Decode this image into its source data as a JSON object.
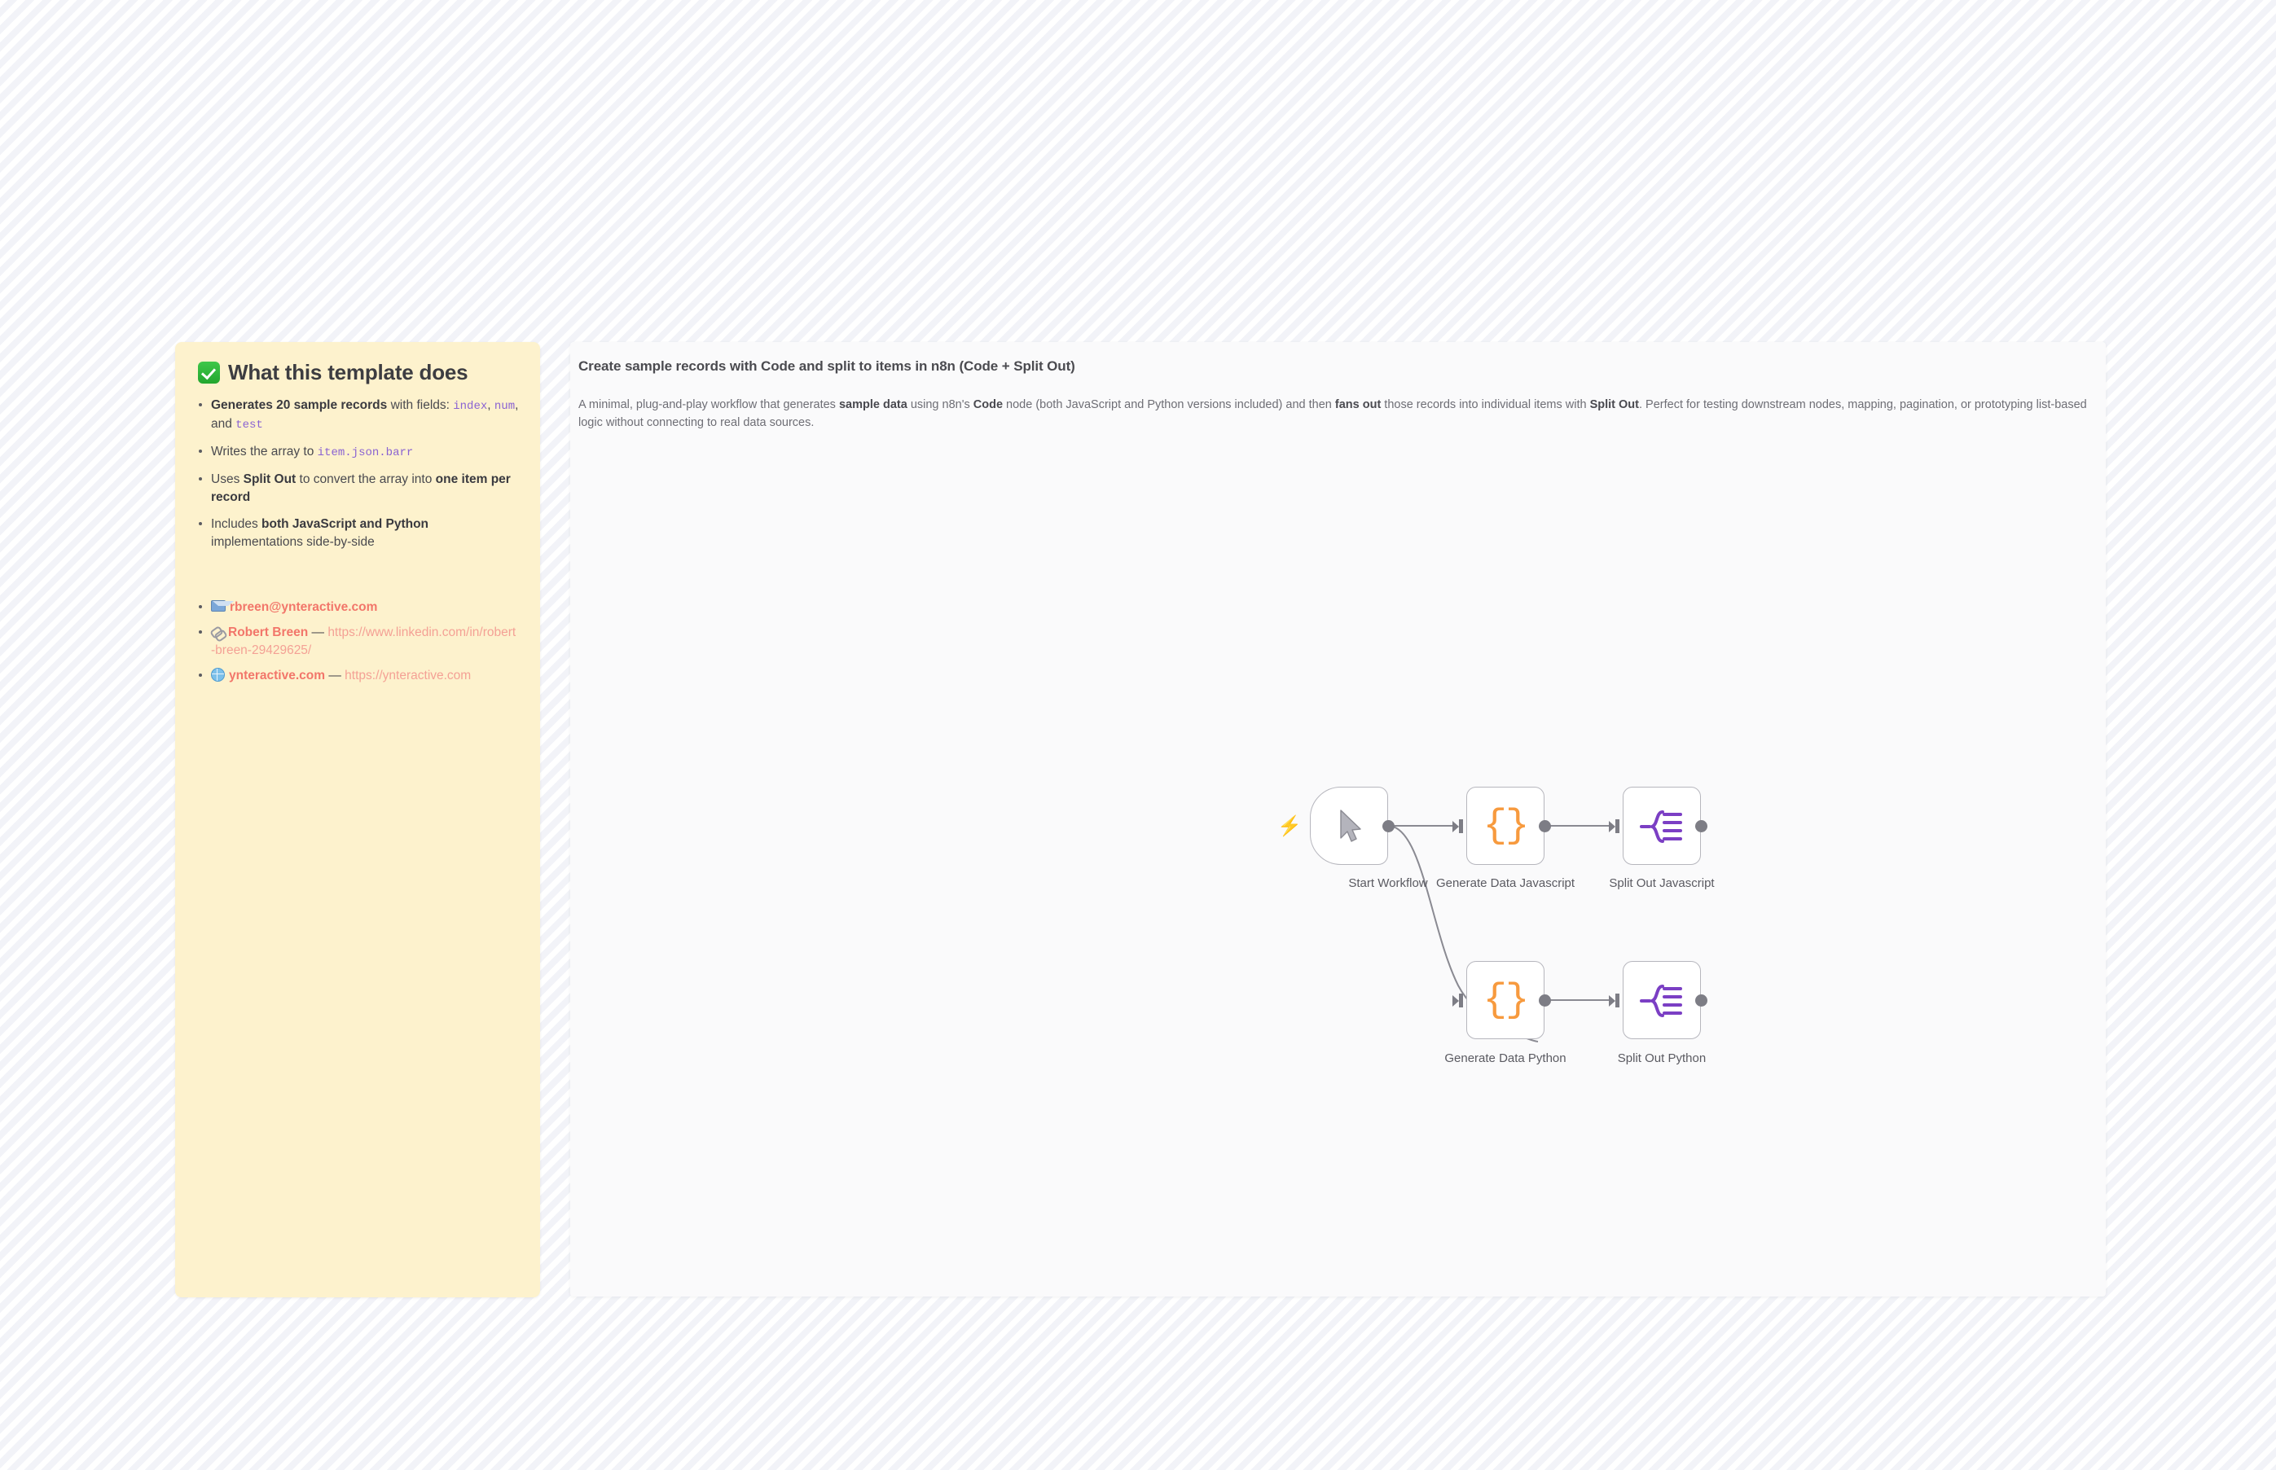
{
  "sticky_note": {
    "title": "What this template does",
    "title_icon": "check-mark-button-emoji",
    "bullets": [
      {
        "parts": [
          {
            "t": "Generates 20 sample records",
            "s": "bold"
          },
          {
            "t": " with fields: ",
            "s": "plain"
          },
          {
            "t": "index",
            "s": "code"
          },
          {
            "t": ", ",
            "s": "plain"
          },
          {
            "t": "num",
            "s": "code"
          },
          {
            "t": ", and ",
            "s": "plain"
          },
          {
            "t": "test",
            "s": "code"
          }
        ]
      },
      {
        "parts": [
          {
            "t": "Writes the array to ",
            "s": "plain"
          },
          {
            "t": "item.json.barr",
            "s": "code"
          }
        ]
      },
      {
        "parts": [
          {
            "t": "Uses ",
            "s": "plain"
          },
          {
            "t": "Split Out",
            "s": "bold"
          },
          {
            "t": " to convert the array into ",
            "s": "plain"
          },
          {
            "t": "one item per record",
            "s": "bold"
          }
        ]
      },
      {
        "parts": [
          {
            "t": "Includes ",
            "s": "plain"
          },
          {
            "t": "both JavaScript and Python",
            "s": "bold"
          },
          {
            "t": " implementations side-by-side",
            "s": "plain"
          }
        ]
      }
    ],
    "links": [
      {
        "icon": "email-icon",
        "label": "rbreen@ynteractive.com",
        "url": ""
      },
      {
        "icon": "link-icon",
        "label": "Robert Breen",
        "separator": " — ",
        "url": "https://www.linkedin.com/in/robert-breen-29429625/"
      },
      {
        "icon": "globe-icon",
        "label": "ynteractive.com",
        "separator": " — ",
        "url": "https://ynteractive.com"
      }
    ]
  },
  "canvas": {
    "title": "Create sample records with Code and split to items in n8n (Code + Split Out)",
    "description_parts": [
      {
        "t": "A minimal, plug-and-play workflow that generates ",
        "s": "plain"
      },
      {
        "t": "sample data",
        "s": "bold"
      },
      {
        "t": " using n8n's ",
        "s": "plain"
      },
      {
        "t": "Code",
        "s": "bold"
      },
      {
        "t": " node (both JavaScript and Python versions included) and then ",
        "s": "plain"
      },
      {
        "t": "fans out",
        "s": "bold"
      },
      {
        "t": " those records into individual items with ",
        "s": "plain"
      },
      {
        "t": "Split Out",
        "s": "bold"
      },
      {
        "t": ". Perfect for testing downstream nodes, mapping, pagination, or prototyping list-based logic without connecting to real data sources.",
        "s": "plain"
      }
    ],
    "nodes": [
      {
        "id": "start-workflow",
        "label": "Start Workflow",
        "icon": "cursor-pointer-icon",
        "shape": "trigger",
        "has_bolt": true
      },
      {
        "id": "generate-data-javascript",
        "label": "Generate Data Javascript",
        "icon": "code-braces-icon",
        "shape": "square",
        "has_bolt": false
      },
      {
        "id": "split-out-javascript",
        "label": "Split Out Javascript",
        "icon": "split-out-icon",
        "shape": "square",
        "has_bolt": false
      },
      {
        "id": "generate-data-python",
        "label": "Generate Data Python",
        "icon": "code-braces-icon",
        "shape": "square",
        "has_bolt": false
      },
      {
        "id": "split-out-python",
        "label": "Split Out Python",
        "icon": "split-out-icon",
        "shape": "square",
        "has_bolt": false
      }
    ],
    "colors": {
      "sticky_bg": "#fdf2cd",
      "code_node_icon": "#f79a3e",
      "split_out_icon": "#7b3fc4",
      "trigger_bolt": "#ff6d5a",
      "link_text": "#f2766a",
      "code_span": "#8a63d2"
    }
  }
}
